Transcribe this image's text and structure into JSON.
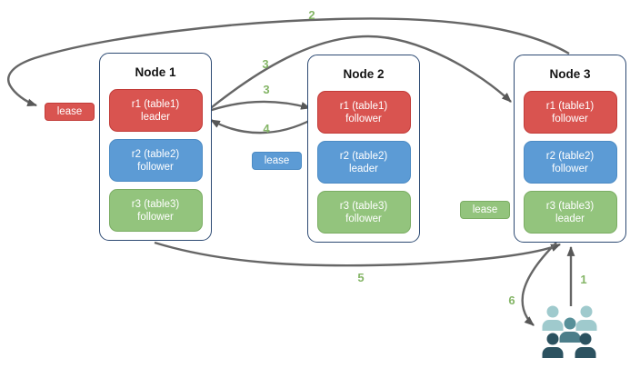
{
  "nodes": [
    {
      "title": "Node 1",
      "replicas": [
        {
          "name": "r1 (table1)",
          "role": "leader",
          "color": "red"
        },
        {
          "name": "r2 (table2)",
          "role": "follower",
          "color": "blue"
        },
        {
          "name": "r3 (table3)",
          "role": "follower",
          "color": "green"
        }
      ]
    },
    {
      "title": "Node 2",
      "replicas": [
        {
          "name": "r1 (table1)",
          "role": "follower",
          "color": "red"
        },
        {
          "name": "r2 (table2)",
          "role": "leader",
          "color": "blue"
        },
        {
          "name": "r3 (table3)",
          "role": "follower",
          "color": "green"
        }
      ]
    },
    {
      "title": "Node 3",
      "replicas": [
        {
          "name": "r1 (table1)",
          "role": "follower",
          "color": "red"
        },
        {
          "name": "r2 (table2)",
          "role": "follower",
          "color": "blue"
        },
        {
          "name": "r3 (table3)",
          "role": "leader",
          "color": "green"
        }
      ]
    }
  ],
  "leases": [
    {
      "label": "lease",
      "color": "red"
    },
    {
      "label": "lease",
      "color": "blue"
    },
    {
      "label": "lease",
      "color": "green"
    }
  ],
  "steps": [
    {
      "label": "1"
    },
    {
      "label": "2"
    },
    {
      "label": "3"
    },
    {
      "label": "3"
    },
    {
      "label": "4"
    },
    {
      "label": "5"
    },
    {
      "label": "6"
    }
  ],
  "colors": {
    "replica_red": "#d95450",
    "replica_blue": "#5c9bd5",
    "replica_green": "#93c47d",
    "node_border": "#2d4a73",
    "arrow": "#666666",
    "arrowhead": "#575757",
    "step_label": "#84b566"
  },
  "icons": {
    "people": {
      "light": "#9fcacd",
      "medium": "#579099",
      "medium_dark": "#4c7e8a",
      "dark": "#2c5260"
    }
  }
}
